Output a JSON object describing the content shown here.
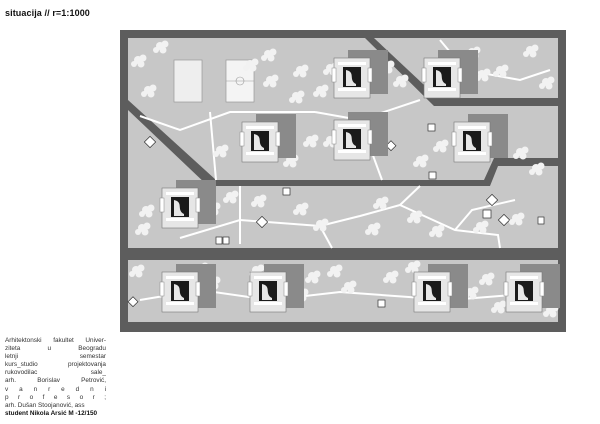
{
  "title": "situacija // r=1:1000",
  "credits": {
    "line1": "Arhitektonski fakultet Univer-",
    "line2": "ziteta u Beogradu",
    "line3": "letnji semestar",
    "line4": "kurs_studio projektovanja",
    "line5": "rukovodilac sale_",
    "line6": "arh. Borislav Petrović,",
    "line7": "v a n r e d n i",
    "line8": "p r o f e s o r ;",
    "line9": "arh. Dušan Stoojanović, ass",
    "student": "student Nikola Arsić M -12/150"
  },
  "colors": {
    "road": "#5d5d5d",
    "ground": "#c7c7c7",
    "tree": "#f2f2f2",
    "path": "#ffffff",
    "building_shadow": "#8a8a8a",
    "building_roof": "#e6e6e6",
    "building_core": "#1a1a1a"
  }
}
